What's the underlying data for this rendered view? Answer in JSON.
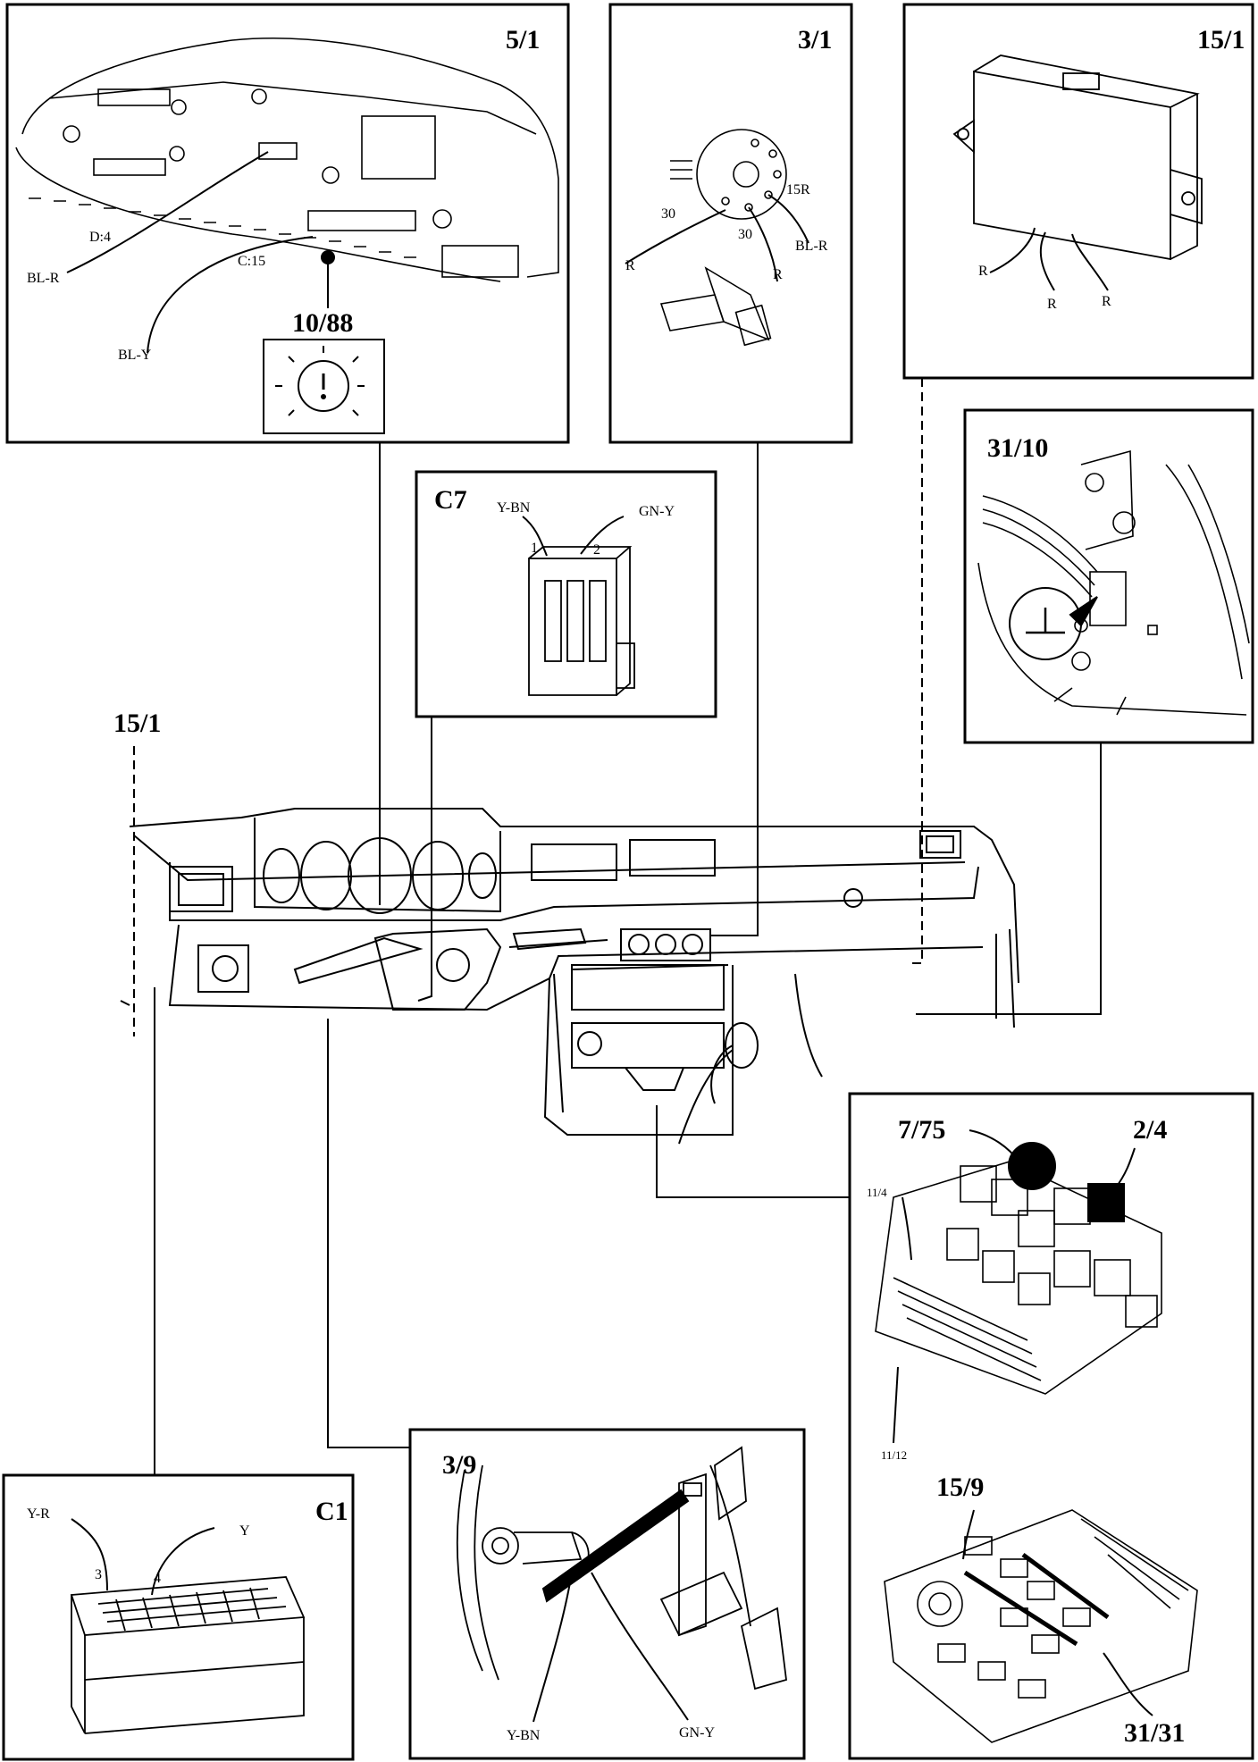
{
  "panels": {
    "p51": {
      "id": "5/1",
      "wire1": "BL-R",
      "wire2": "BL-Y",
      "pin1": "D:4",
      "pin2": "C:15",
      "sub_id": "10/88"
    },
    "p31": {
      "id": "3/1",
      "w_a": "R",
      "w_b": "R",
      "w_c": "BL-R",
      "t_a": "30",
      "t_b": "30",
      "t_c": "15R"
    },
    "p151": {
      "id": "15/1",
      "w_a": "R",
      "w_b": "R",
      "w_c": "R"
    },
    "p3110": {
      "id": "31/10"
    },
    "pc7": {
      "id": "C7",
      "w_a": "Y-BN",
      "w_b": "GN-Y",
      "pin_a": "1",
      "pin_b": "2"
    },
    "pc1": {
      "id": "C1",
      "w_a": "Y-R",
      "w_b": "Y",
      "pin_a": "3",
      "pin_b": "4"
    },
    "p39": {
      "id": "3/9",
      "w_a": "Y-BN",
      "w_b": "GN-Y"
    },
    "relay": {
      "id_a": "7/75",
      "id_b": "2/4",
      "conn_a": "11/4",
      "conn_b": "11/12",
      "id_c": "15/9",
      "id_d": "31/31"
    }
  },
  "dash_label": "15/1"
}
